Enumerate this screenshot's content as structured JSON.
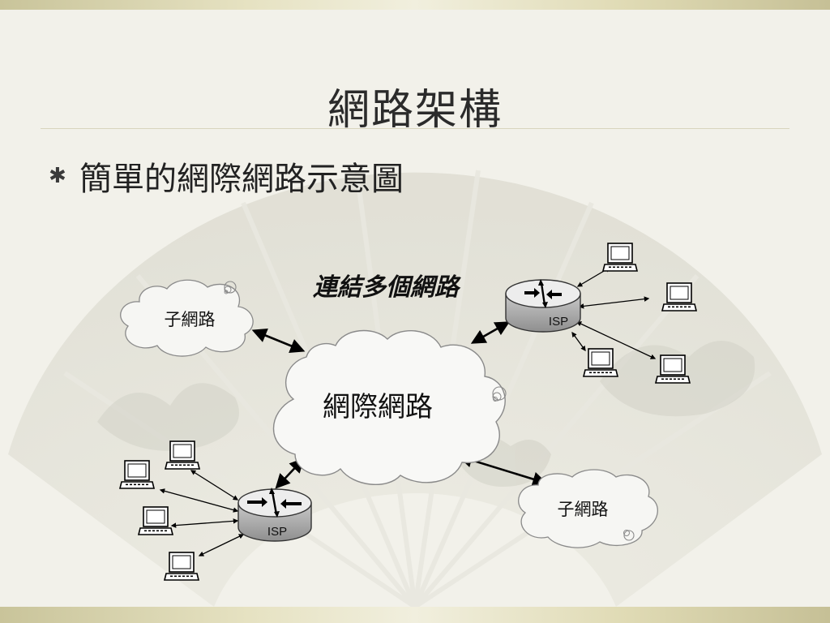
{
  "slide": {
    "title": "網路架構",
    "bullet_icon": "asterisk-icon",
    "bullet_text": "簡單的網際網路示意圖"
  },
  "diagram": {
    "caption": "連結多個網路",
    "center_cloud_label": "網際網路",
    "subnet_top_left_label": "子網路",
    "subnet_bottom_right_label": "子網路",
    "router_top_label": "ISP",
    "router_bottom_label": "ISP"
  },
  "colors": {
    "background": "#f2f1ea",
    "band": "#d9d4ad",
    "line": "#000000"
  }
}
